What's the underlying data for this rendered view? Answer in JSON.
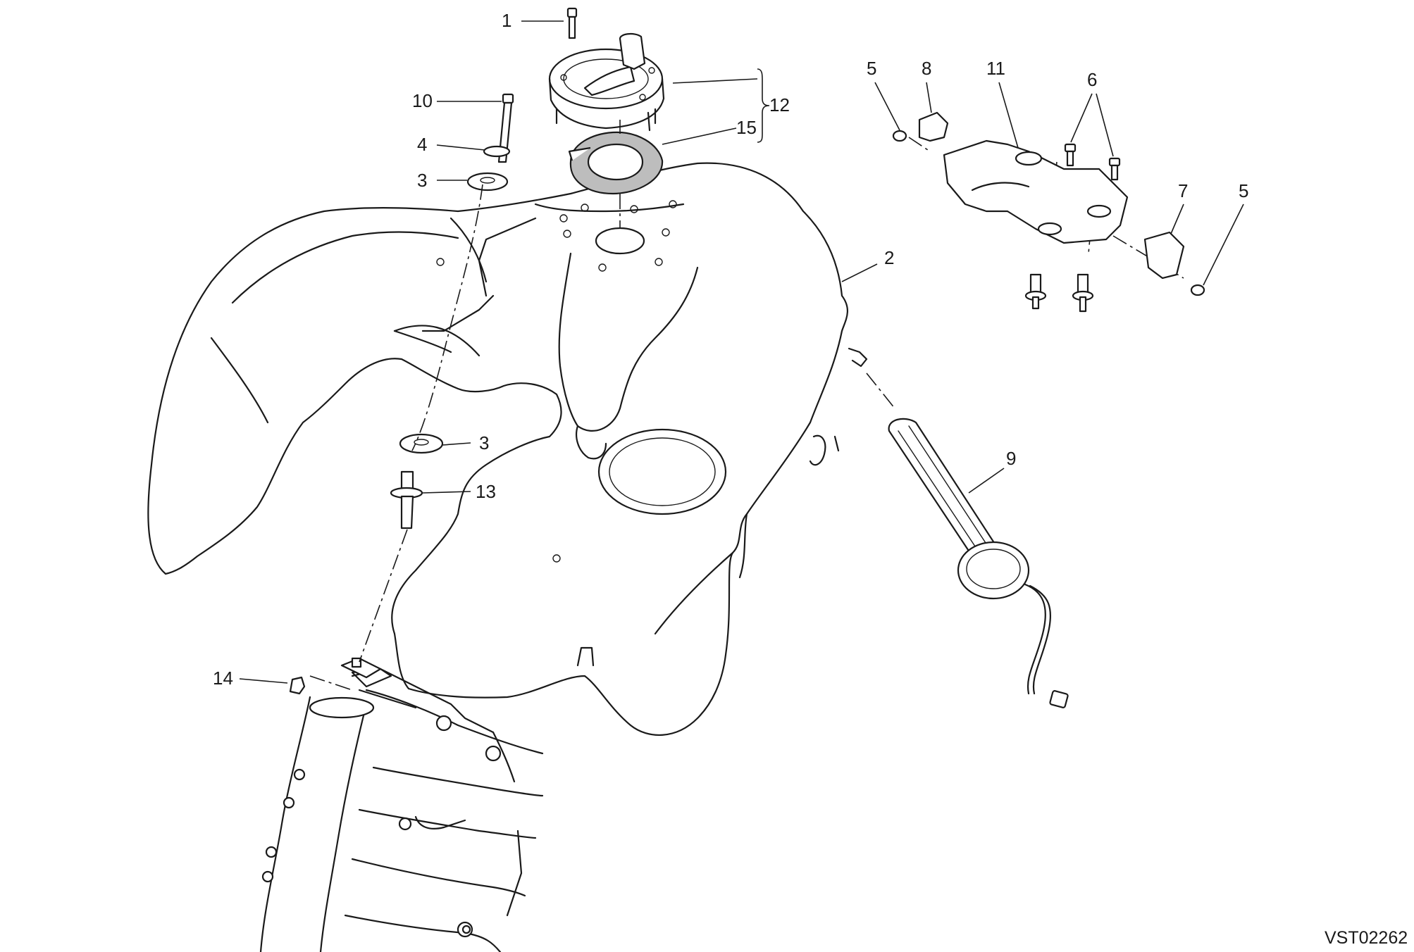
{
  "diagram": {
    "drawing_code": "VST02262",
    "callouts": {
      "c1": "1",
      "c2": "2",
      "c3a": "3",
      "c3b": "3",
      "c4": "4",
      "c5a": "5",
      "c5b": "5",
      "c6": "6",
      "c7": "7",
      "c8": "8",
      "c9": "9",
      "c10": "10",
      "c11": "11",
      "c12": "12",
      "c13": "13",
      "c14": "14",
      "c15": "15"
    }
  }
}
